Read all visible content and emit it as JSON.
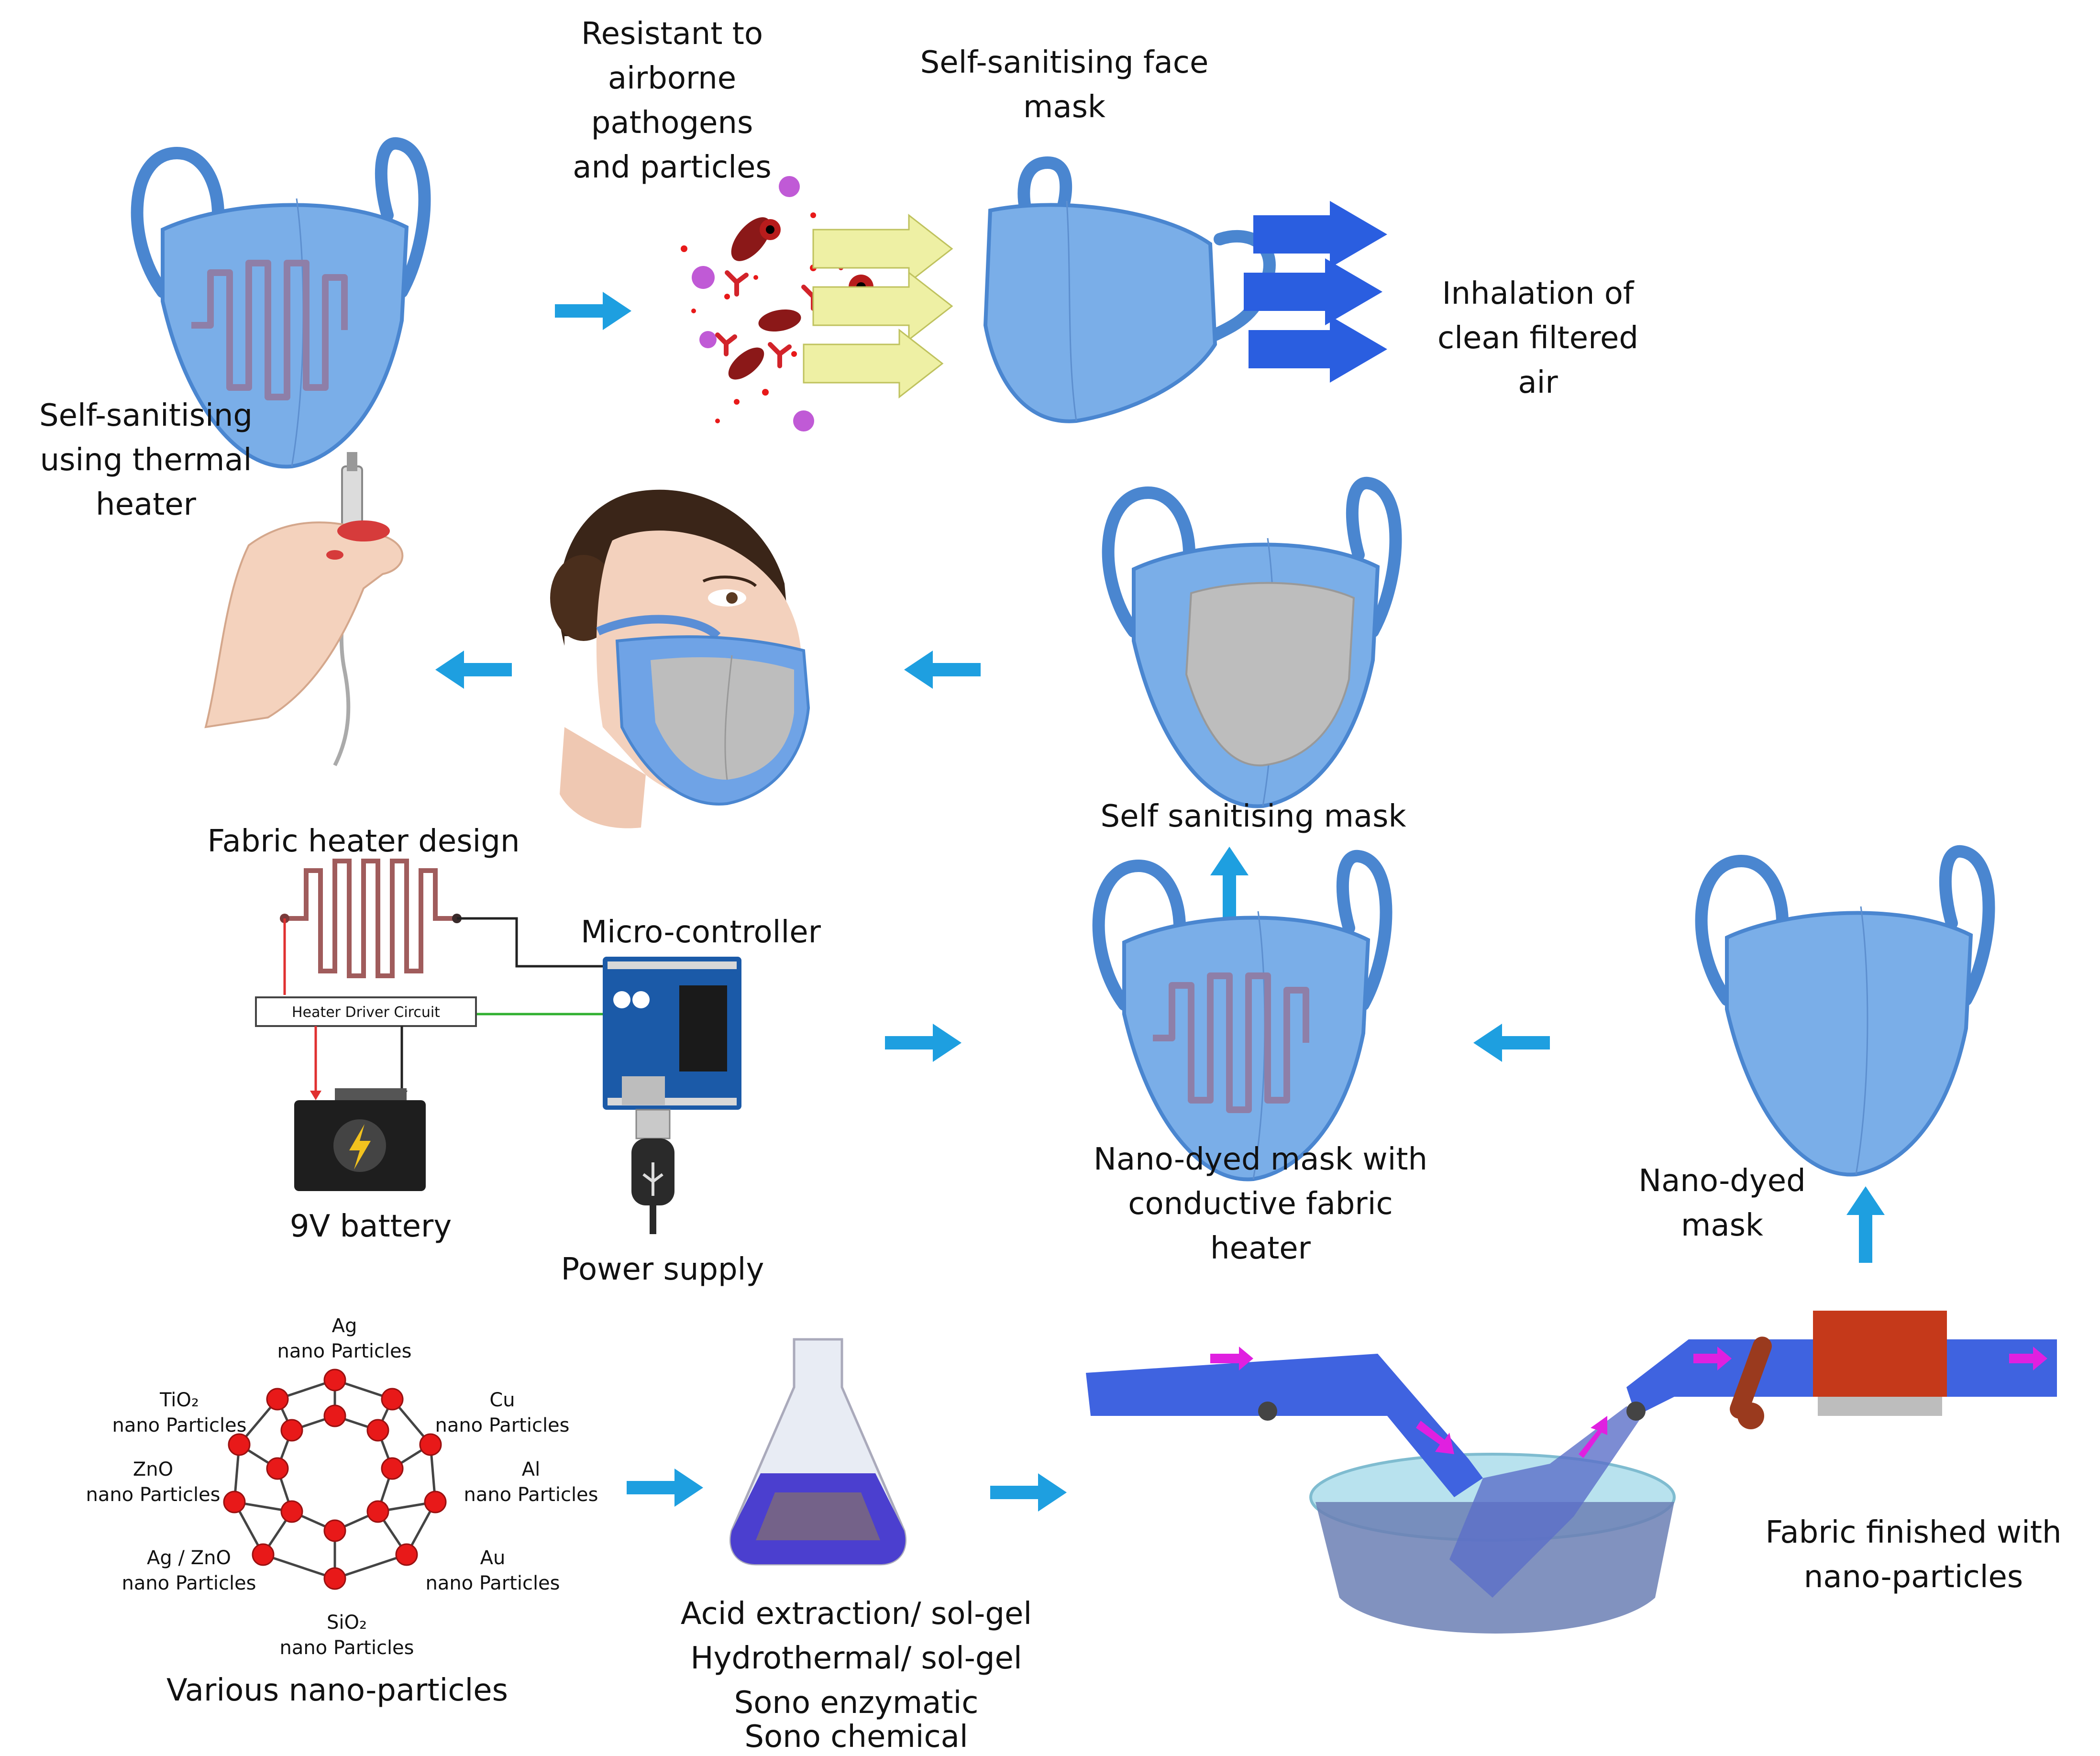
{
  "labels": {
    "resistant": [
      "Resistant to",
      "airborne",
      "pathogens",
      "and particles"
    ],
    "face_mask": [
      "Self-sanitising face",
      "mask"
    ],
    "inhalation": [
      "Inhalation of",
      "clean filtered",
      "air"
    ],
    "thermal": [
      "Self-sanitising",
      "using thermal",
      "heater"
    ],
    "self_mask": [
      "Self sanitising mask"
    ],
    "fabric_heater": [
      "Fabric heater design"
    ],
    "microcontroller": [
      "Micro-controller"
    ],
    "heater_circuit": [
      "Heater Driver Circuit"
    ],
    "battery": [
      "9V battery"
    ],
    "power": [
      "Power supply"
    ],
    "nano_heater": [
      "Nano-dyed mask with",
      "conductive fabric",
      "heater"
    ],
    "nano_dyed": [
      "Nano-dyed",
      "mask"
    ],
    "fabric_finished": [
      "Fabric finished with",
      "nano-particles"
    ],
    "various": [
      "Various nano-particles"
    ],
    "methods": [
      "Acid extraction/ sol-gel",
      "Hydrothermal/ sol-gel",
      "Sono enzymatic",
      "Sono chemical"
    ]
  },
  "nanoparticles": [
    [
      "Ag",
      "nano Particles"
    ],
    [
      "Cu",
      "nano Particles"
    ],
    [
      "Al",
      "nano Particles"
    ],
    [
      "Au",
      "nano Particles"
    ],
    [
      "SiO₂",
      "nano Particles"
    ],
    [
      "Ag / ZnO",
      "nano Particles"
    ],
    [
      "ZnO",
      "nano Particles"
    ],
    [
      "TiO₂",
      "nano Particles"
    ]
  ],
  "colors": {
    "mask": "#7aaee8",
    "mask_outline": "#4a86d0",
    "flow_arrow": "#1e9fe0",
    "filter": "#bdbdbd",
    "particle": "#e81919",
    "fabric": "#3f63e0"
  }
}
